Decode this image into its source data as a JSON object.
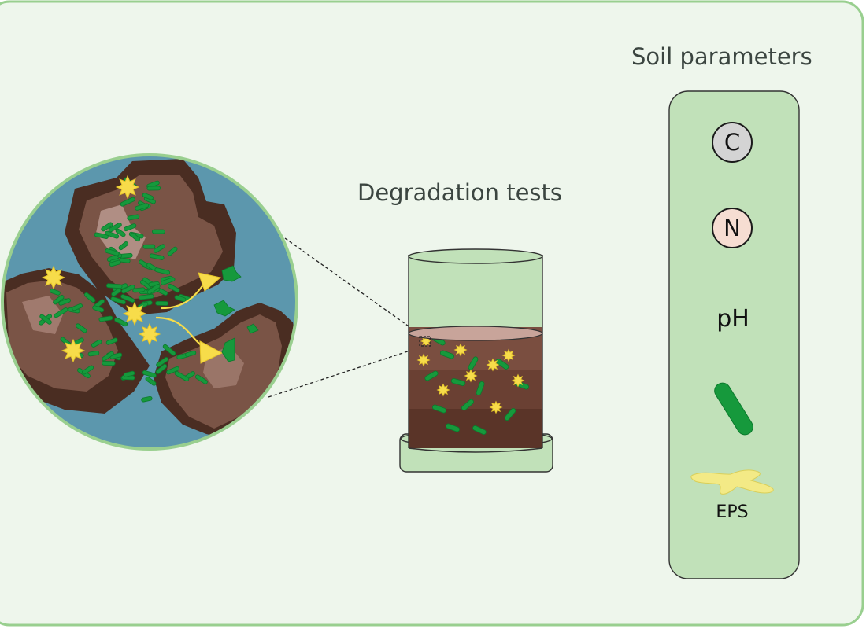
{
  "degradation": {
    "title": "Degradation tests"
  },
  "soil": {
    "title": "Soil parameters",
    "carbon": "C",
    "nitrogen": "N",
    "ph": "pH",
    "eps": "EPS"
  },
  "colors": {
    "frame_fill": "#eef6ec",
    "frame_stroke": "#99cf8f",
    "panel_fill": "#c1e1b9",
    "water": "#5c97ad",
    "soil_dark": "#4a2d22",
    "soil_mid": "#7a5446",
    "soil_light": "#b08e84",
    "bacteria": "#16993c",
    "bacteria_dark": "#0b7a2c",
    "pollutant": "#f7dc4a",
    "eps": "#f3ea86",
    "carbon_fill": "#d4d4d4",
    "nitrogen_fill": "#f6ddd2"
  },
  "icons": [
    "carbon-icon",
    "nitrogen-icon",
    "bacterium-icon",
    "eps-icon",
    "pollutant-icon",
    "degradation-arrow-icon"
  ]
}
